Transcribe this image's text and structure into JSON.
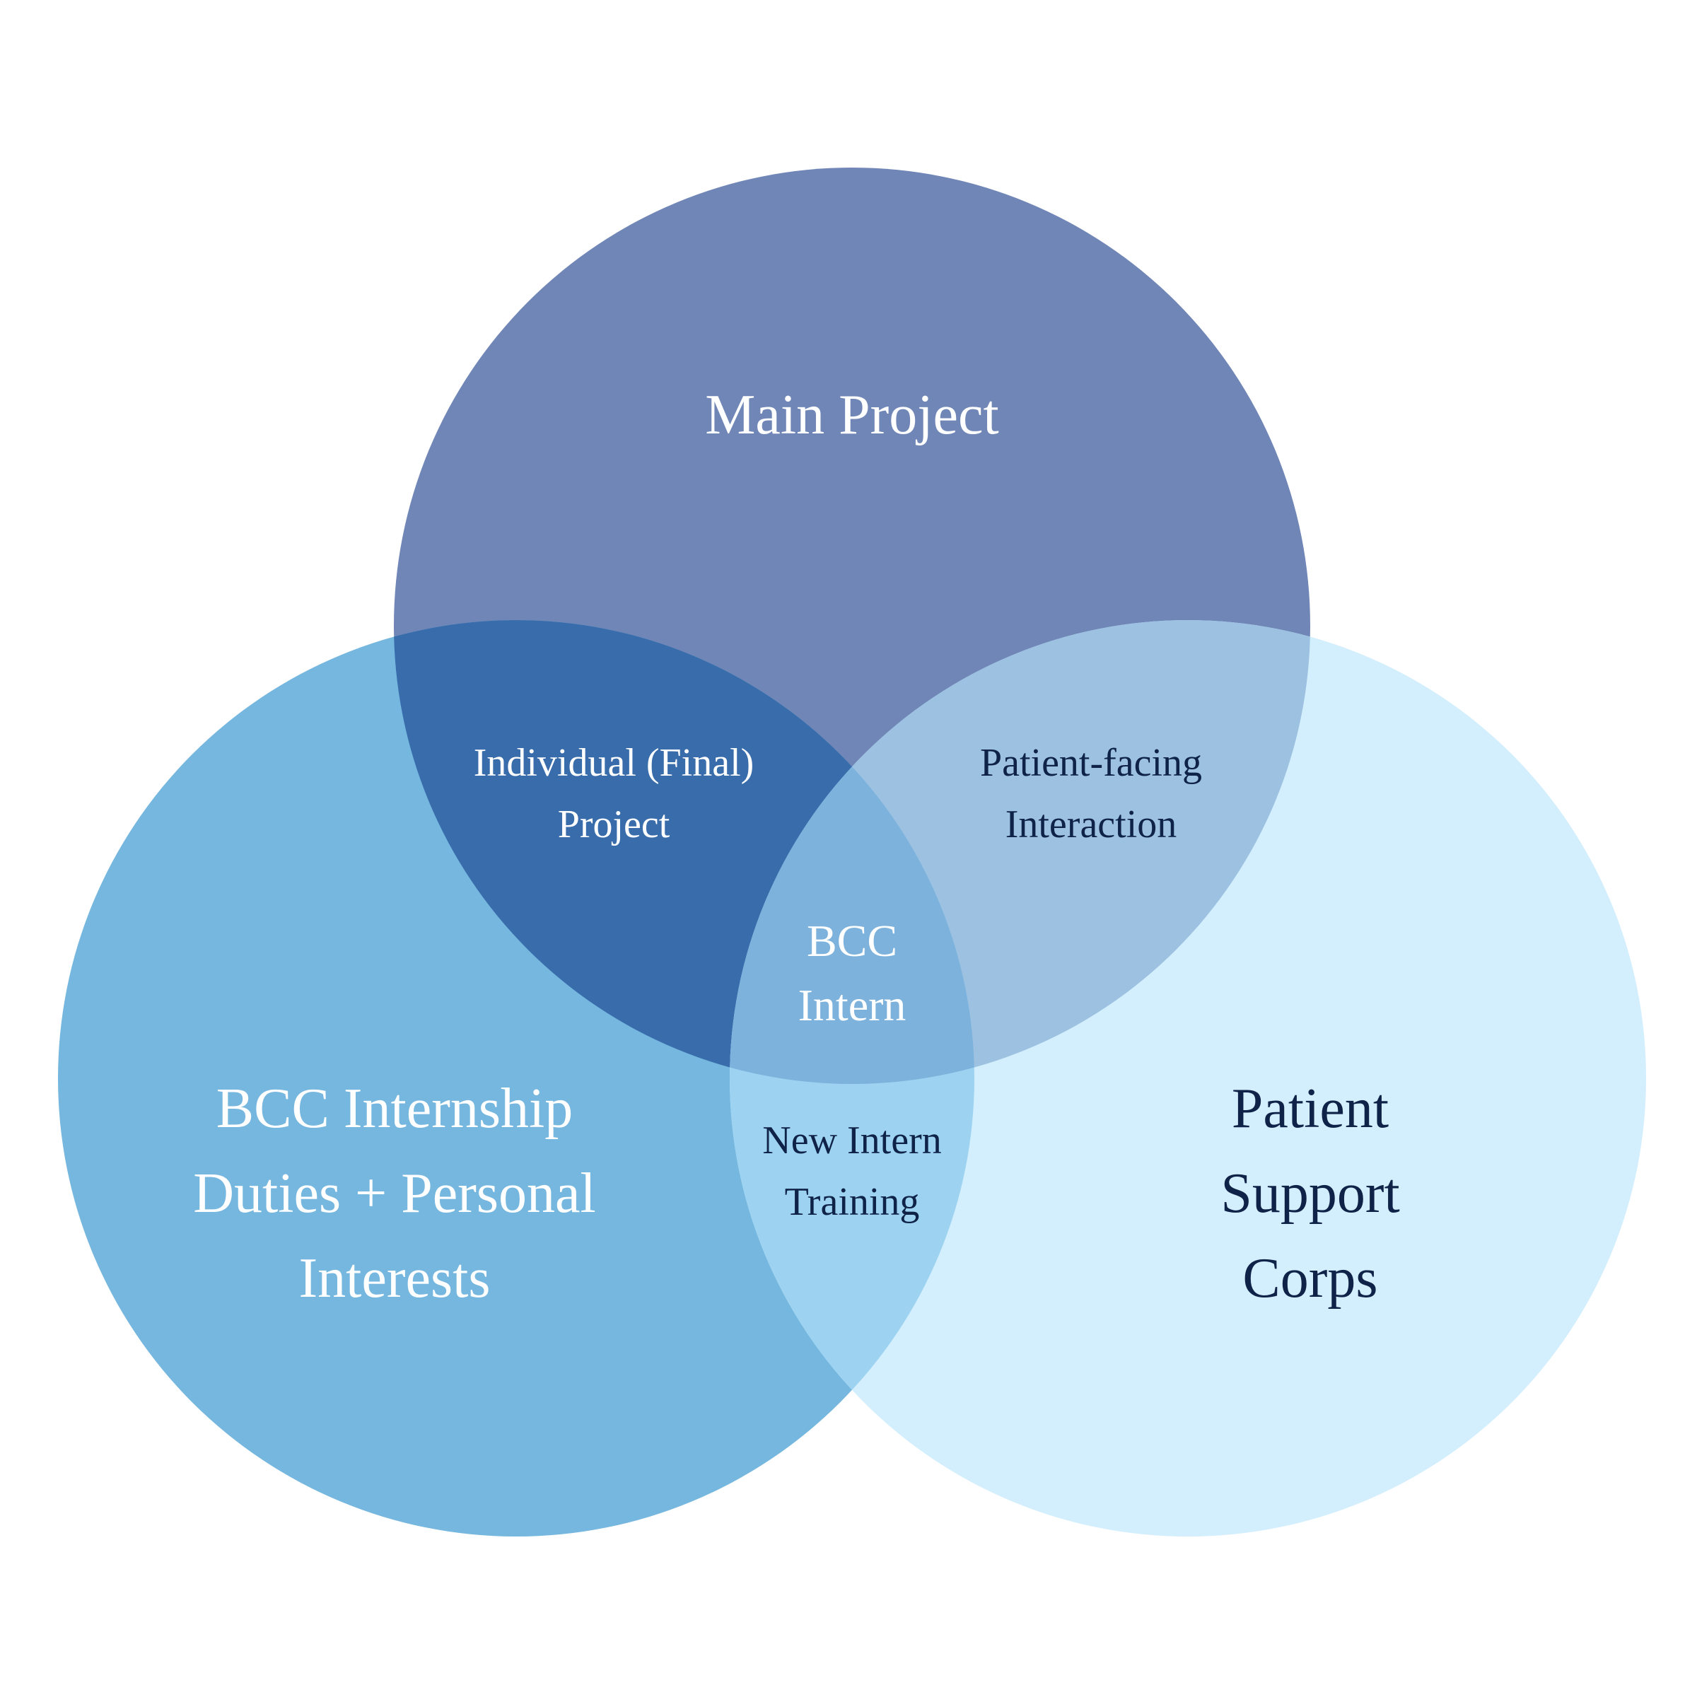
{
  "colors": {
    "background": "#ffffff",
    "circle_top": "#7086b7",
    "circle_left": "#75b7df",
    "circle_right": "#d3eefc",
    "overlap_top_left": "#396cab",
    "overlap_top_right": "#9cc1e1",
    "overlap_left_right": "#9dd3f1",
    "overlap_center": "#7db2dc",
    "text_light": "#ffffff",
    "text_dark": "#0f2247"
  },
  "sets": {
    "top": {
      "lines": [
        "Main Project"
      ]
    },
    "left": {
      "lines": [
        "BCC Internship",
        "Duties + Personal",
        "Interests"
      ]
    },
    "right": {
      "lines": [
        "Patient",
        "Support",
        "Corps"
      ]
    }
  },
  "overlaps": {
    "top_left": {
      "lines": [
        "Individual (Final)",
        "Project"
      ]
    },
    "top_right": {
      "lines": [
        "Patient-facing",
        "Interaction"
      ]
    },
    "left_right": {
      "lines": [
        "New Intern",
        "Training"
      ]
    },
    "center": {
      "lines": [
        "BCC",
        "Intern"
      ]
    }
  }
}
